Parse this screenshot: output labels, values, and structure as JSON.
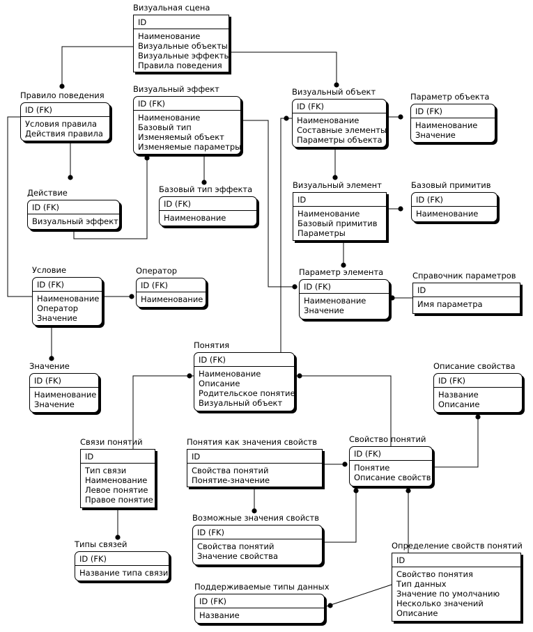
{
  "entities": {
    "scene": {
      "title": "Визуальная сцена",
      "key": "ID",
      "attrs": [
        "Наименование",
        "Визуальные объекты",
        "Визуальные эффекты",
        "Правила поведения"
      ]
    },
    "rule": {
      "title": "Правило поведения",
      "key": "ID (FK)",
      "attrs": [
        "Условия правила",
        "Действия правила"
      ]
    },
    "effect": {
      "title": "Визуальный эффект",
      "key": "ID (FK)",
      "attrs": [
        "Наименование",
        "Базовый тип",
        "Изменяемый объект",
        "Изменяемые параметры"
      ]
    },
    "object": {
      "title": "Визуальный объект",
      "key": "ID (FK)",
      "attrs": [
        "Наименование",
        "Составные элементы",
        "Параметры объекта"
      ]
    },
    "objparam": {
      "title": "Параметр объекта",
      "key": "ID (FK)",
      "attrs": [
        "Наименование",
        "Значение"
      ]
    },
    "action": {
      "title": "Действие",
      "key": "ID (FK)",
      "attrs": [
        "Визуальный эффект"
      ]
    },
    "effecttype": {
      "title": "Базовый тип эффекта",
      "key": "ID (FK)",
      "attrs": [
        "Наименование"
      ]
    },
    "element": {
      "title": "Визуальный элемент",
      "key": "ID",
      "attrs": [
        "Наименование",
        "Базовый примитив",
        "Параметры"
      ]
    },
    "primitive": {
      "title": "Базовый примитив",
      "key": "ID (FK)",
      "attrs": [
        "Наименование"
      ]
    },
    "condition": {
      "title": "Условие",
      "key": "ID (FK)",
      "attrs": [
        "Наименование",
        "Оператор",
        "Значение"
      ]
    },
    "operator": {
      "title": "Оператор",
      "key": "ID (FK)",
      "attrs": [
        "Наименование"
      ]
    },
    "elemparam": {
      "title": "Параметр элемента",
      "key": "ID (FK)",
      "attrs": [
        "Наименование",
        "Значение"
      ]
    },
    "paramdir": {
      "title": "Справочник параметров",
      "key": "ID",
      "attrs": [
        "Имя параметра"
      ]
    },
    "value": {
      "title": "Значение",
      "key": "ID (FK)",
      "attrs": [
        "Наименование",
        "Значение"
      ]
    },
    "concepts": {
      "title": "Понятия",
      "key": "ID (FK)",
      "attrs": [
        "Наименование",
        "Описание",
        "Родительское понятие",
        "Визуальный объект"
      ]
    },
    "propdesc": {
      "title": "Описание свойства",
      "key": "ID (FK)",
      "attrs": [
        "Название",
        "Описание"
      ]
    },
    "links": {
      "title": "Связи понятий",
      "key": "ID",
      "attrs": [
        "Тип связи",
        "Наименование",
        "Левое понятие",
        "Правое понятие"
      ]
    },
    "propvals": {
      "title": "Понятия как значения свойств",
      "key": "ID",
      "attrs": [
        "Свойства понятий",
        "Понятие-значение"
      ]
    },
    "props": {
      "title": "Свойство понятий",
      "key": "ID (FK)",
      "attrs": [
        "Понятие",
        "Описание свойств"
      ]
    },
    "possible": {
      "title": "Возможные значения свойств",
      "key": "ID (FK)",
      "attrs": [
        "Свойства понятий",
        "Значение свойства"
      ]
    },
    "linktypes": {
      "title": "Типы связей",
      "key": "ID (FK)",
      "attrs": [
        "Название типа связи"
      ]
    },
    "propdef": {
      "title": "Определение свойств понятий",
      "key": "ID",
      "attrs": [
        "Свойство понятия",
        "Тип данных",
        "Значение по умолчанию",
        "Несколько значений",
        "Описание"
      ]
    },
    "datatypes": {
      "title": "Поддерживаемые типы данных",
      "key": "ID (FK)",
      "attrs": [
        "Название"
      ]
    }
  }
}
